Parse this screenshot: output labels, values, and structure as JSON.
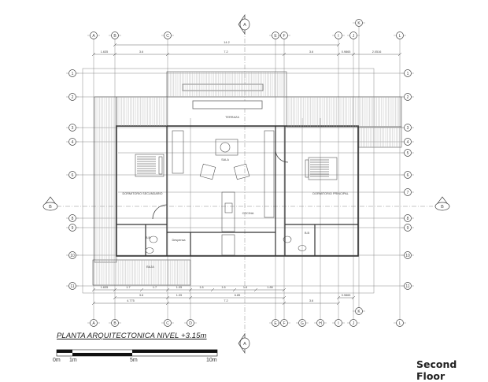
{
  "drawing": {
    "title": "PLANTA ARQUITECTONICA NIVEL +3.15m",
    "caption": "Second Floor",
    "scale_bar": {
      "labels": [
        "0m",
        "1m",
        "5m",
        "10m"
      ]
    },
    "section_markers": {
      "vertical": "A",
      "horizontal": "B"
    },
    "grid_columns_top": [
      "A",
      "B",
      "C",
      "E",
      "F",
      "I",
      "J",
      "K",
      "L"
    ],
    "grid_columns_bottom": [
      "A",
      "B",
      "C",
      "D",
      "E",
      "F",
      "G",
      "H",
      "I",
      "J",
      "K",
      "L"
    ],
    "grid_rows_left": [
      "1",
      "2",
      "3",
      "4",
      "6",
      "8",
      "9",
      "10",
      "11"
    ],
    "grid_rows_right": [
      "1",
      "2",
      "3",
      "4",
      "5",
      "6",
      "7",
      "8",
      "9",
      "10",
      "11"
    ],
    "top_dimensions": {
      "overall": "14.2",
      "segments": [
        "1.635",
        "3.6",
        "7.2",
        "3.6",
        "0.9865",
        "2.0516"
      ]
    },
    "bottom_dimensions": {
      "row1": [
        "1.635",
        "1.7",
        "1.7",
        "1.05",
        "1.6",
        "1.6",
        "1.6",
        "1.86"
      ],
      "row2": [
        "3.6",
        "1.05",
        "6.85"
      ],
      "row3": [
        "4.775",
        "7.2",
        "3.6"
      ],
      "extra": "0.9865"
    },
    "rooms": {
      "terraza": "TERRAZA",
      "sala": "SALA",
      "dorm_secundario": "DORMITORIO SECUNDARIO",
      "cocina": "COCINA",
      "dorm_principal": "DORMITORIO PRINCIPAL",
      "bath_left": "B.B",
      "bath_right": "B.B",
      "despensa": "Despensa",
      "baja": "BAJA"
    },
    "colors": {
      "line": "#444444",
      "light": "#9a9a9a",
      "hatch": "#b0b0b0"
    }
  }
}
